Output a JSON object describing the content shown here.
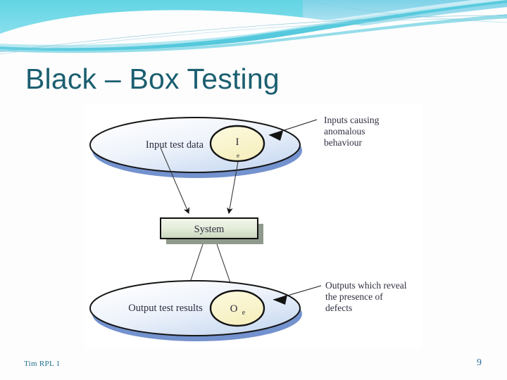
{
  "slide": {
    "title": "Black – Box Testing",
    "theme_accent": "#1b5f70",
    "header_colors": [
      "#5ed3e2",
      "#2fb8cf",
      "#9fe4ef",
      "#ffffff"
    ],
    "background": "#fdfdfd"
  },
  "diagram": {
    "type": "black-box-testing",
    "top_ellipse": {
      "label": "Input test data",
      "inner_label_main": "I",
      "inner_label_sub": "e",
      "fill_start": "#ffffff",
      "fill_end": "#cbdcf2",
      "shadow": "#5b7fc6",
      "inner_fill": "#fbf6cd"
    },
    "process_box": {
      "label": "System",
      "fill_start": "#eff4e8",
      "fill_end": "#c9d6bf",
      "border": "#101010",
      "shadow": "#8f9a8c"
    },
    "bottom_ellipse": {
      "label": "Output test results",
      "inner_label_main": "O",
      "inner_label_sub": "e",
      "fill_start": "#ffffff",
      "fill_end": "#cbdcf2",
      "shadow": "#5b7fc6",
      "inner_fill": "#fbf6cd"
    },
    "annotation_top": {
      "line1": "Inputs causing",
      "line2": "anomalous",
      "line3": "behaviour"
    },
    "annotation_bottom": {
      "line1": "Outputs which reveal",
      "line2": "the presence of",
      "line3": "defects"
    }
  },
  "footer": {
    "left_text": "Tim RPL 1",
    "page_number": "9",
    "color": "#1f6f8e"
  }
}
